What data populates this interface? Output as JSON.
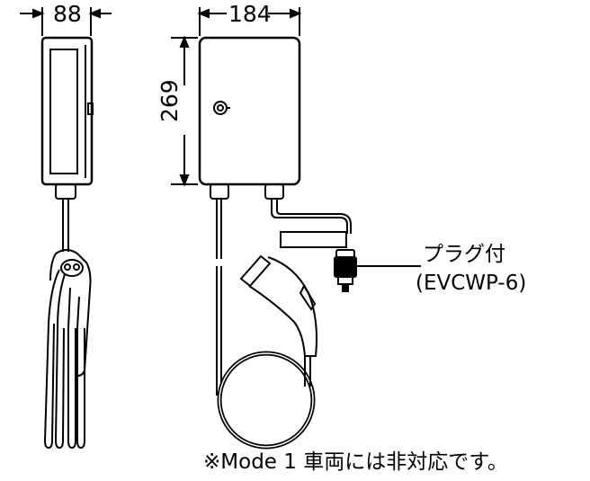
{
  "dimensions": {
    "depth": "88",
    "width": "184",
    "height": "269"
  },
  "plug_label": {
    "line1": "プラグ付",
    "line2": "(EVCWP-6)"
  },
  "note": "※Mode 1 車両には非対応です。"
}
